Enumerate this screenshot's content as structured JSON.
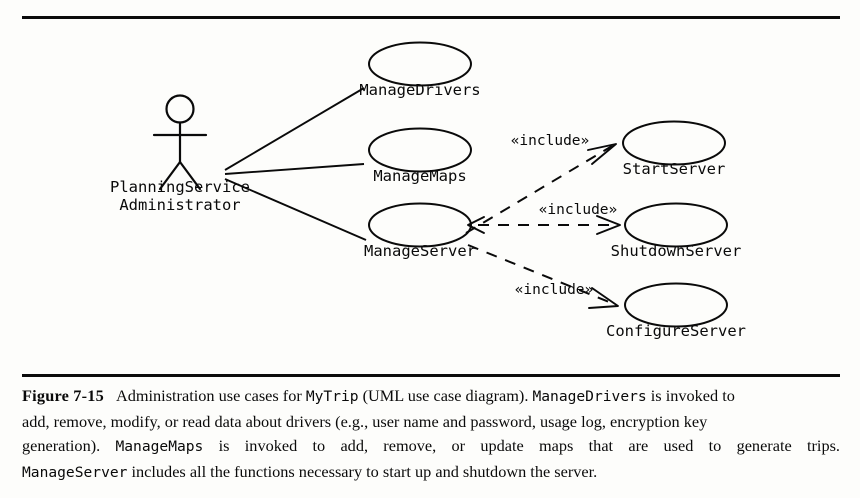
{
  "figure": {
    "number": "Figure 7-15",
    "caption_segments": {
      "lead_text": "Administration use cases for ",
      "mono_mytrip": "MyTrip",
      "after_mytrip": " (UML use case diagram). ",
      "mono_managedrivers": "ManageDrivers",
      "after_managedrivers": " is invoked to",
      "line2": "add, remove, modify, or read data about drivers (e.g., user name and password, usage log, encryption key",
      "line3_part1": "generation). ",
      "line3_mono": "ManageMaps",
      "line3_part2": " is invoked to add, remove, or update maps that are used to generate trips.",
      "line4_mono": "ManageServer",
      "line4_part2": " includes all the functions necessary to start up and shutdown the server."
    },
    "full_caption": "Figure 7-15  Administration use cases for MyTrip (UML use case diagram). ManageDrivers is invoked to add, remove, modify, or read data about drivers (e.g., user name and password, usage log, encryption key generation). ManageMaps is invoked to add, remove, or update maps that are used to generate trips. ManageServer includes all the functions necessary to start up and shutdown the server."
  },
  "diagram": {
    "type": "uml-use-case-diagram",
    "actor": {
      "name": "PlanningServiceAdministrator",
      "label_line1": "PlanningService",
      "label_line2": "Administrator"
    },
    "use_cases": [
      {
        "id": "manage-drivers",
        "label": "ManageDrivers"
      },
      {
        "id": "manage-maps",
        "label": "ManageMaps"
      },
      {
        "id": "manage-server",
        "label": "ManageServer"
      },
      {
        "id": "start-server",
        "label": "StartServer"
      },
      {
        "id": "shutdown-server",
        "label": "ShutdownServer"
      },
      {
        "id": "configure-server",
        "label": "ConfigureServer"
      }
    ],
    "associations": [
      {
        "from": "PlanningServiceAdministrator",
        "to": "ManageDrivers"
      },
      {
        "from": "PlanningServiceAdministrator",
        "to": "ManageMaps"
      },
      {
        "from": "PlanningServiceAdministrator",
        "to": "ManageServer"
      }
    ],
    "include_relations": [
      {
        "from": "ManageServer",
        "to": "StartServer",
        "stereotype": "«include»"
      },
      {
        "from": "ManageServer",
        "to": "ShutdownServer",
        "stereotype": "«include»"
      },
      {
        "from": "ManageServer",
        "to": "ConfigureServer",
        "stereotype": "«include»"
      }
    ],
    "stereotype_labels": {
      "include_top": "«include»",
      "include_middle": "«include»",
      "include_bottom": "«include»"
    }
  },
  "colors": {
    "ink": "#0a0a0a",
    "page": "#fdfdfb",
    "rule": "#0b0b0b"
  }
}
